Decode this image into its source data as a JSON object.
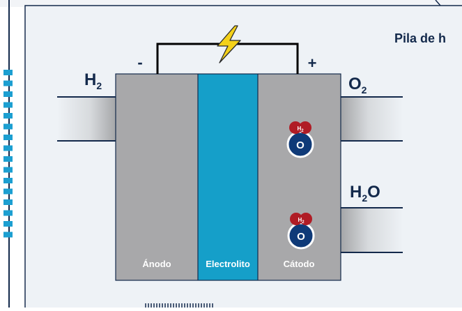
{
  "title": "Pila de h",
  "polarity": {
    "negative": "-",
    "positive": "+"
  },
  "inlets": {
    "h2": {
      "main": "H",
      "sub": "2"
    },
    "o2": {
      "main": "O",
      "sub": "2"
    }
  },
  "outlet": {
    "h": "H",
    "sub": "2",
    "o": "O"
  },
  "molecules": [
    {
      "top": "H",
      "top_sub": "2",
      "core": "O"
    },
    {
      "top": "H",
      "top_sub": "2",
      "core": "O"
    }
  ],
  "sections": {
    "anode": "Ánodo",
    "electrolyte": "Electrolito",
    "cathode": "Cátodo"
  },
  "colors": {
    "background": "#eef2f6",
    "frame": "#13294b",
    "accent_ticks": "#1c9fd1",
    "electrode": "#a8a8aa",
    "electrolyte": "#159fc9",
    "molecule_o": "#0f3a78",
    "molecule_h": "#b01c25",
    "bolt": "#f4d11a"
  }
}
